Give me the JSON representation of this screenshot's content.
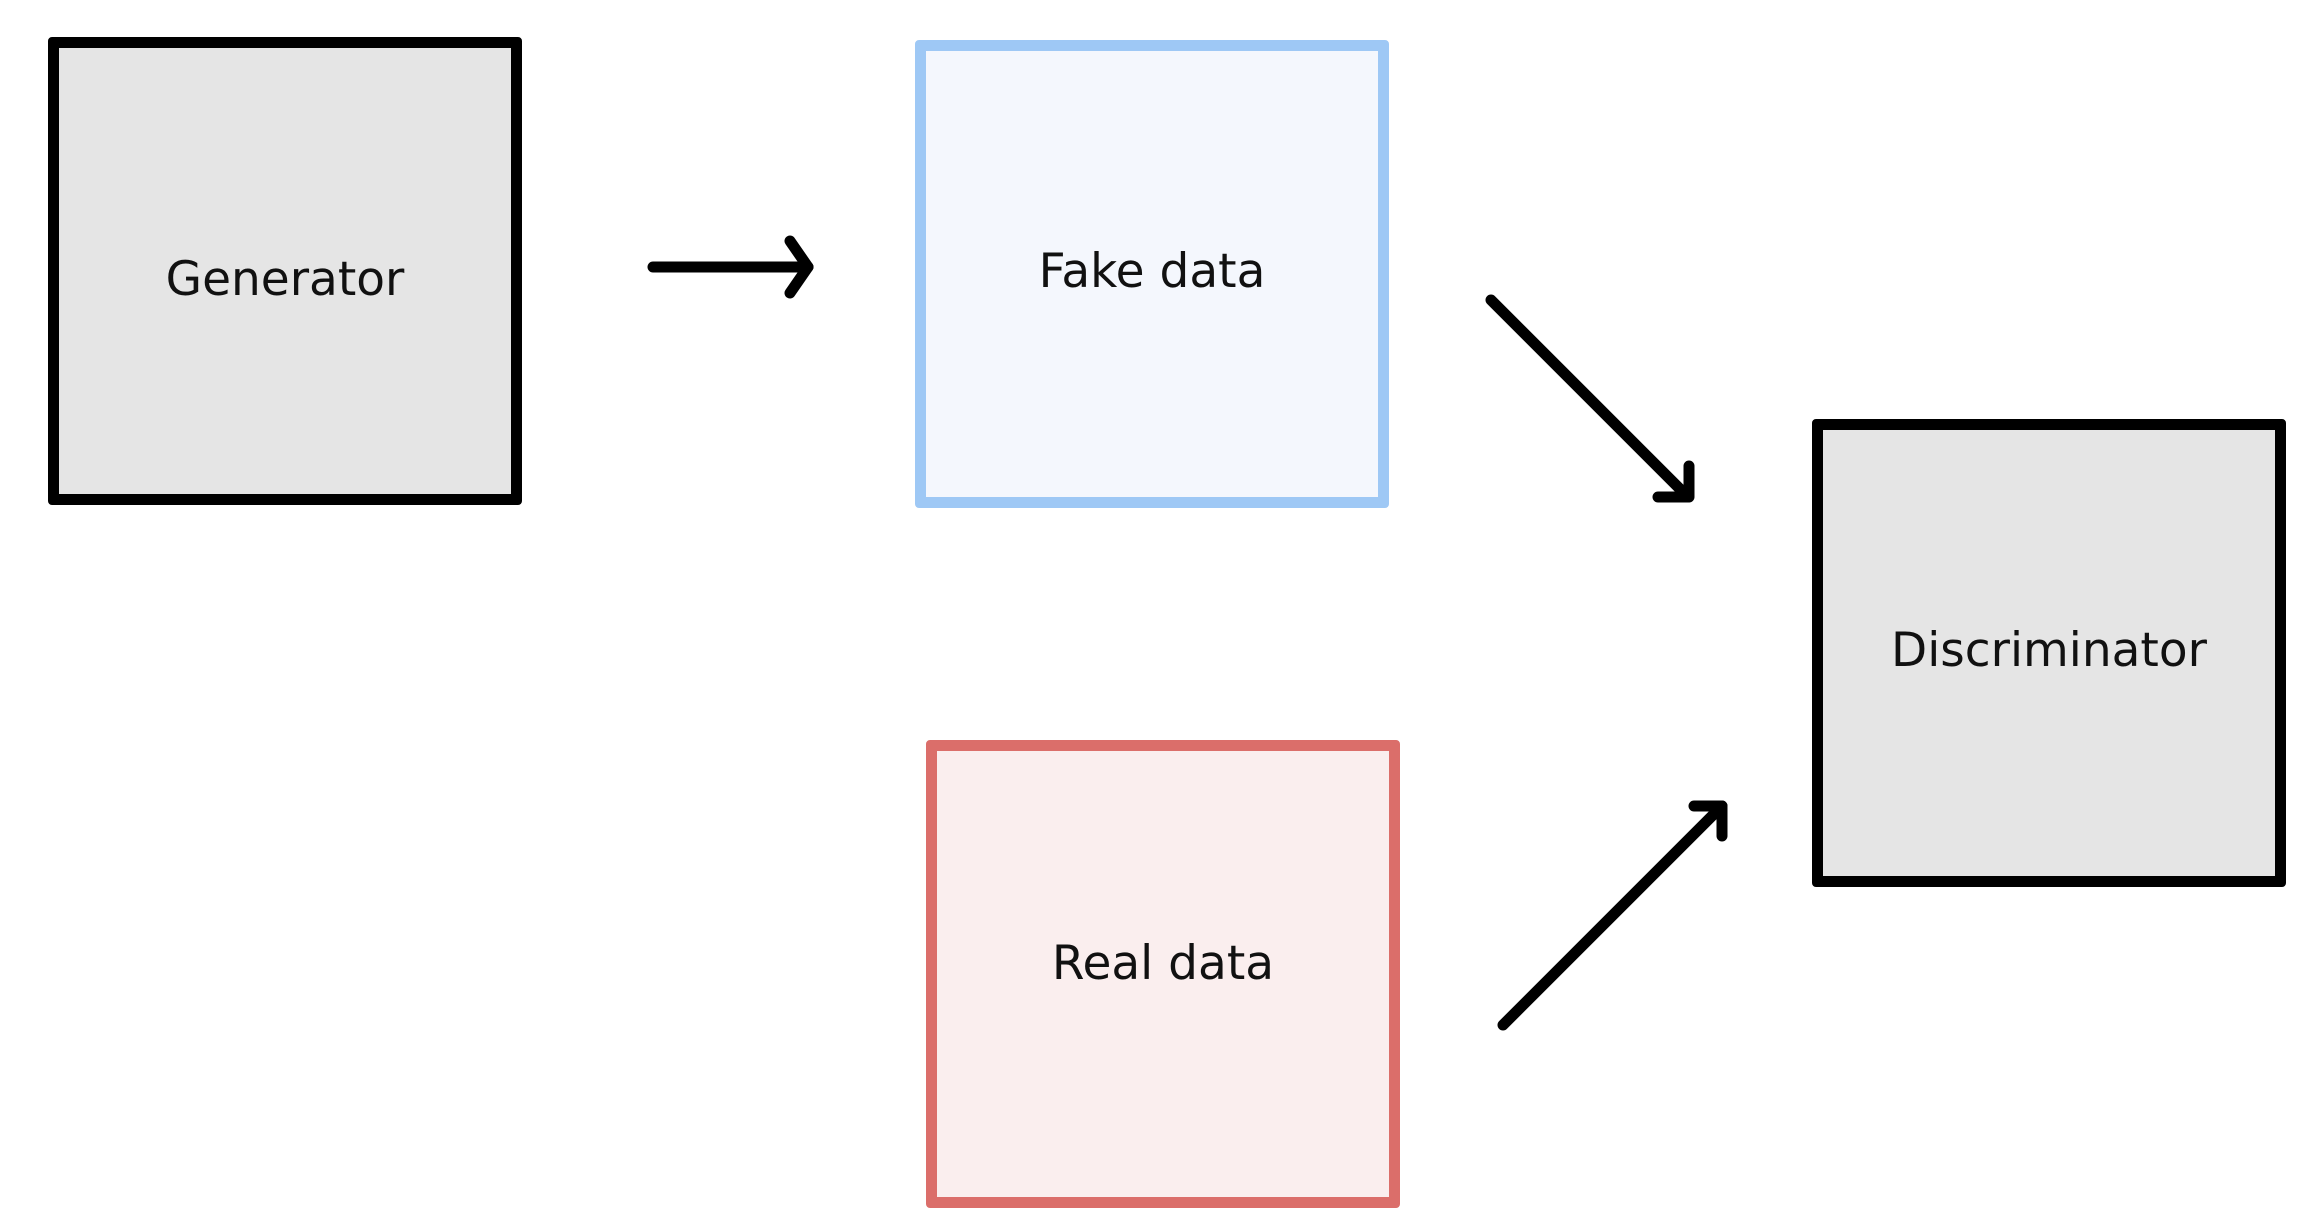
{
  "nodes": {
    "generator": {
      "label": "Generator",
      "fill": "#e5e5e5",
      "border": "#000000"
    },
    "fake_data": {
      "label": "Fake data",
      "fill": "#f4f7fd",
      "border": "#9ec8f5"
    },
    "real_data": {
      "label": "Real data",
      "fill": "#faeeee",
      "border": "#db6e6a"
    },
    "discriminator": {
      "label": "Discriminator",
      "fill": "#e5e5e5",
      "border": "#000000"
    }
  },
  "edges": [
    {
      "from": "Generator",
      "to": "Fake data"
    },
    {
      "from": "Fake data",
      "to": "Discriminator"
    },
    {
      "from": "Real data",
      "to": "Discriminator"
    }
  ],
  "colors": {
    "arrow": "#000000",
    "text": "#111111",
    "background": "#ffffff"
  }
}
